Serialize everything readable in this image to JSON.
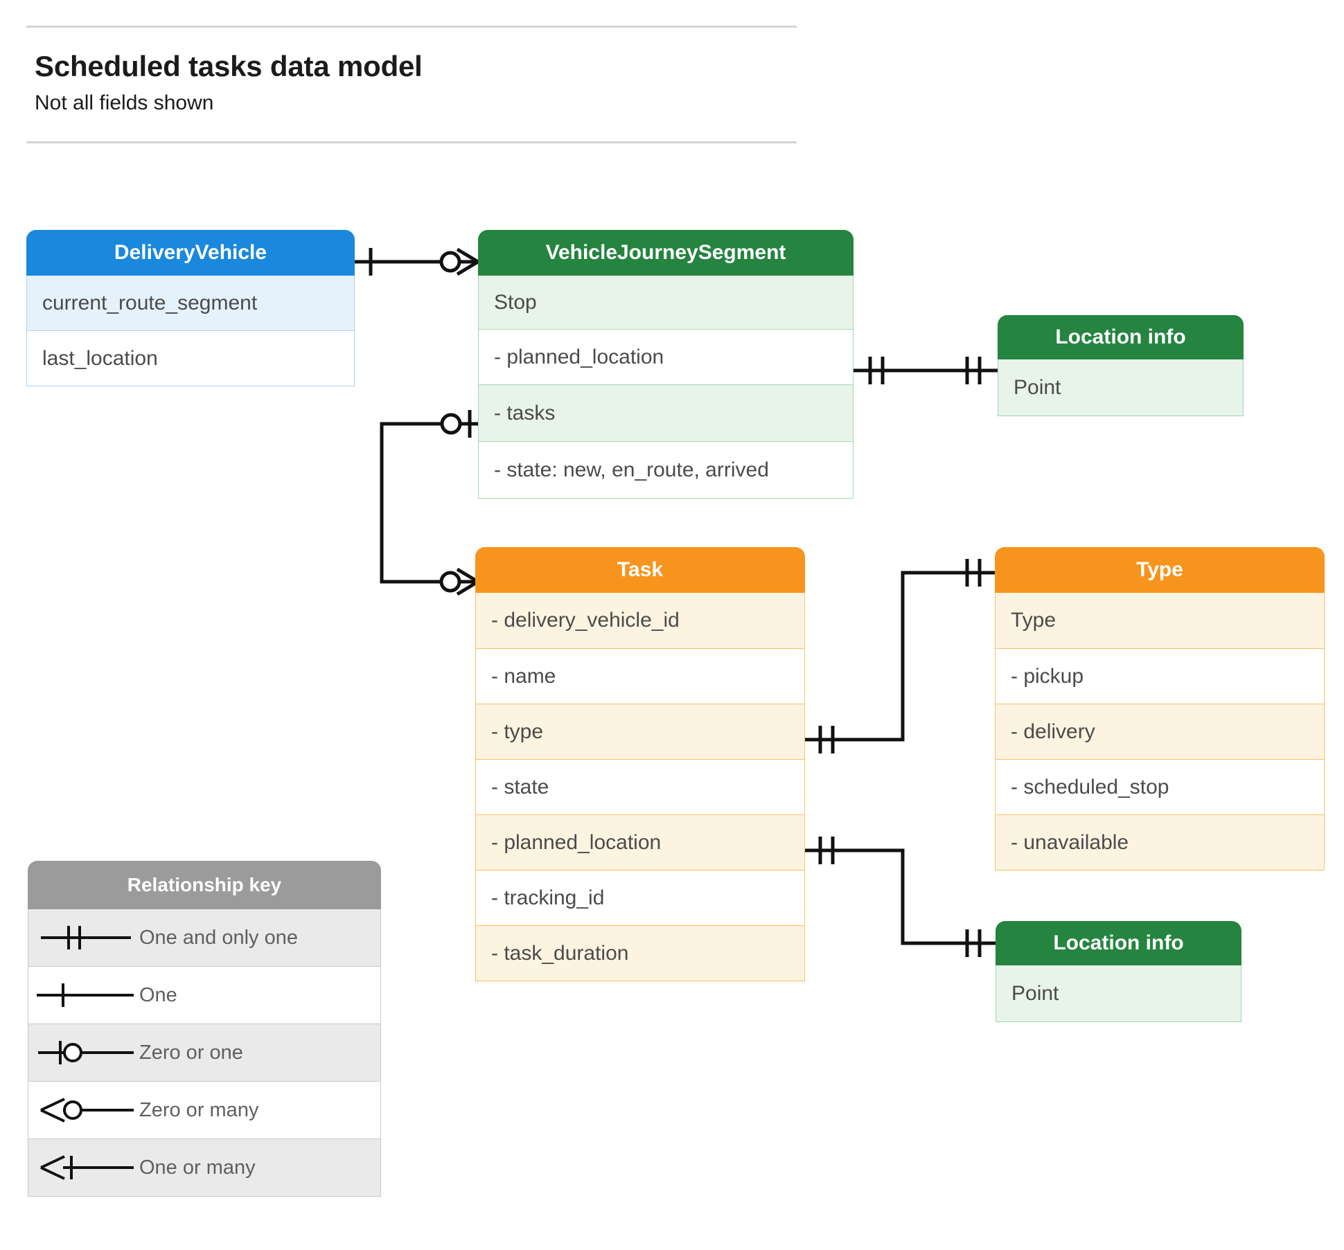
{
  "header": {
    "title": "Scheduled tasks data model",
    "subtitle": "Not all fields shown"
  },
  "colors": {
    "blue_header": "#1a88dd",
    "blue_row": "#e5f1fb",
    "blue_border": "#a9d5f5",
    "green_header": "#25843f",
    "green_row": "#e8f3ea",
    "green_border": "#a5d8b4",
    "orange_header": "#f7941d",
    "orange_row": "#fdf3e1",
    "orange_border": "#fbc164",
    "grey_header": "#9b9b9b",
    "grey_row": "#eaeaea",
    "line": "#111111",
    "rule": "#d4d4d4",
    "text": "#4b4b4b"
  },
  "entities": {
    "delivery_vehicle": {
      "title": "DeliveryVehicle",
      "rows": [
        "current_route_segment",
        "last_location"
      ]
    },
    "vehicle_journey_segment": {
      "title": "VehicleJourneySegment",
      "rows": [
        "Stop",
        "-  planned_location",
        "- tasks",
        "- state: new, en_route, arrived"
      ]
    },
    "location_info_top": {
      "title": "Location info",
      "rows": [
        "Point"
      ]
    },
    "location_info_bottom": {
      "title": "Location info",
      "rows": [
        "Point"
      ]
    },
    "task": {
      "title": "Task",
      "rows": [
        "- delivery_vehicle_id",
        "- name",
        "- type",
        "- state",
        "- planned_location",
        "- tracking_id",
        "- task_duration"
      ]
    },
    "type": {
      "title": "Type",
      "rows": [
        "Type",
        "-   pickup",
        "-   delivery",
        "-   scheduled_stop",
        "-   unavailable"
      ]
    }
  },
  "legend": {
    "title": "Relationship key",
    "items": [
      {
        "symbol": "one-and-only-one",
        "label": "One and only one"
      },
      {
        "symbol": "one",
        "label": "One"
      },
      {
        "symbol": "zero-or-one",
        "label": "Zero or one"
      },
      {
        "symbol": "zero-or-many",
        "label": "Zero or many"
      },
      {
        "symbol": "one-or-many",
        "label": "One or many"
      }
    ]
  },
  "relationships": [
    {
      "from": "DeliveryVehicle",
      "from_cardinality": "one",
      "to": "VehicleJourneySegment",
      "to_cardinality": "zero-or-many"
    },
    {
      "from": "VehicleJourneySegment.planned_location",
      "from_cardinality": "one-and-only-one",
      "to": "Location info",
      "to_cardinality": "one-and-only-one"
    },
    {
      "from": "VehicleJourneySegment.tasks",
      "from_cardinality": "zero-or-one",
      "to": "Task",
      "to_cardinality": "zero-or-many"
    },
    {
      "from": "Task.type",
      "from_cardinality": "one-and-only-one",
      "to": "Type",
      "to_cardinality": "one-and-only-one"
    },
    {
      "from": "Task.planned_location",
      "from_cardinality": "one-and-only-one",
      "to": "Location info",
      "to_cardinality": "one-and-only-one"
    }
  ]
}
